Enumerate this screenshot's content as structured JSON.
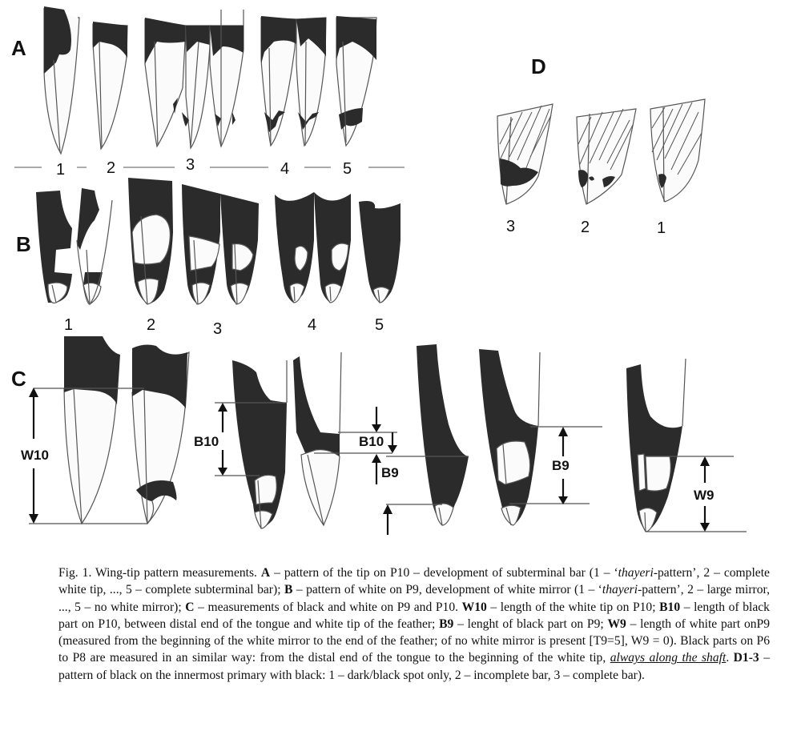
{
  "figure": {
    "panels": {
      "A": {
        "label": "A",
        "numbers": [
          "1",
          "2",
          "3",
          "4",
          "5"
        ]
      },
      "B": {
        "label": "B",
        "numbers": [
          "1",
          "2",
          "3",
          "4",
          "5"
        ]
      },
      "C": {
        "label": "C",
        "measurements": {
          "w10": "W10",
          "b10_left": "B10",
          "b10_right": "B10",
          "b9_small": "B9",
          "b9": "B9",
          "w9": "W9"
        }
      },
      "D": {
        "label": "D",
        "numbers": [
          "3",
          "2",
          "1"
        ]
      }
    },
    "colors": {
      "black_feather": "#2b2b2b",
      "outline": "#555555",
      "background": "#ffffff"
    }
  },
  "caption": {
    "fig_label": "Fig. 1. Wing-tip pattern measurements. ",
    "a_bold": "A",
    "a_text": " – pattern of the tip on P10 – development of subterminal bar (1 – ‘",
    "thayeri1": "thayeri",
    "a_text2": "-pattern’, 2 – complete white tip, ..., 5 – complete subterminal bar); ",
    "b_bold": "B",
    "b_text": " – pattern of white on P9, development of white mirror (1 – ‘",
    "thayeri2": "thayeri",
    "b_text2": "-pattern’, 2 – large mirror, ..., 5 – no white mirror); ",
    "c_bold": "C",
    "c_text": " – measurements of black and white on P9 and P10. ",
    "w10_bold": "W10",
    "w10_text": " – length of the white tip on P10; ",
    "b10_bold": "B10",
    "b10_text": " – length of black part on P10, between distal end of the tongue and white tip of the feather; ",
    "b9_bold": "B9",
    "b9_text": " – lenght of black part on P9; ",
    "w9_bold": "W9",
    "w9_text": " – length of white part onP9 (measured from the beginning of the white mirror to the end of the feather; of no white mirror is present [T9=5], W9 = 0). Black parts on P6 to P8 are measured in an similar way: from the distal end of the tongue to the beginning of the white tip, ",
    "underlined": "always along the shaft",
    "d_lead": ". ",
    "d_bold": "D1-3",
    "d_text": " – pattern of black on the innermost primary with black: 1 – dark/black spot only, 2 – incomplete bar, 3 – complete bar)."
  }
}
